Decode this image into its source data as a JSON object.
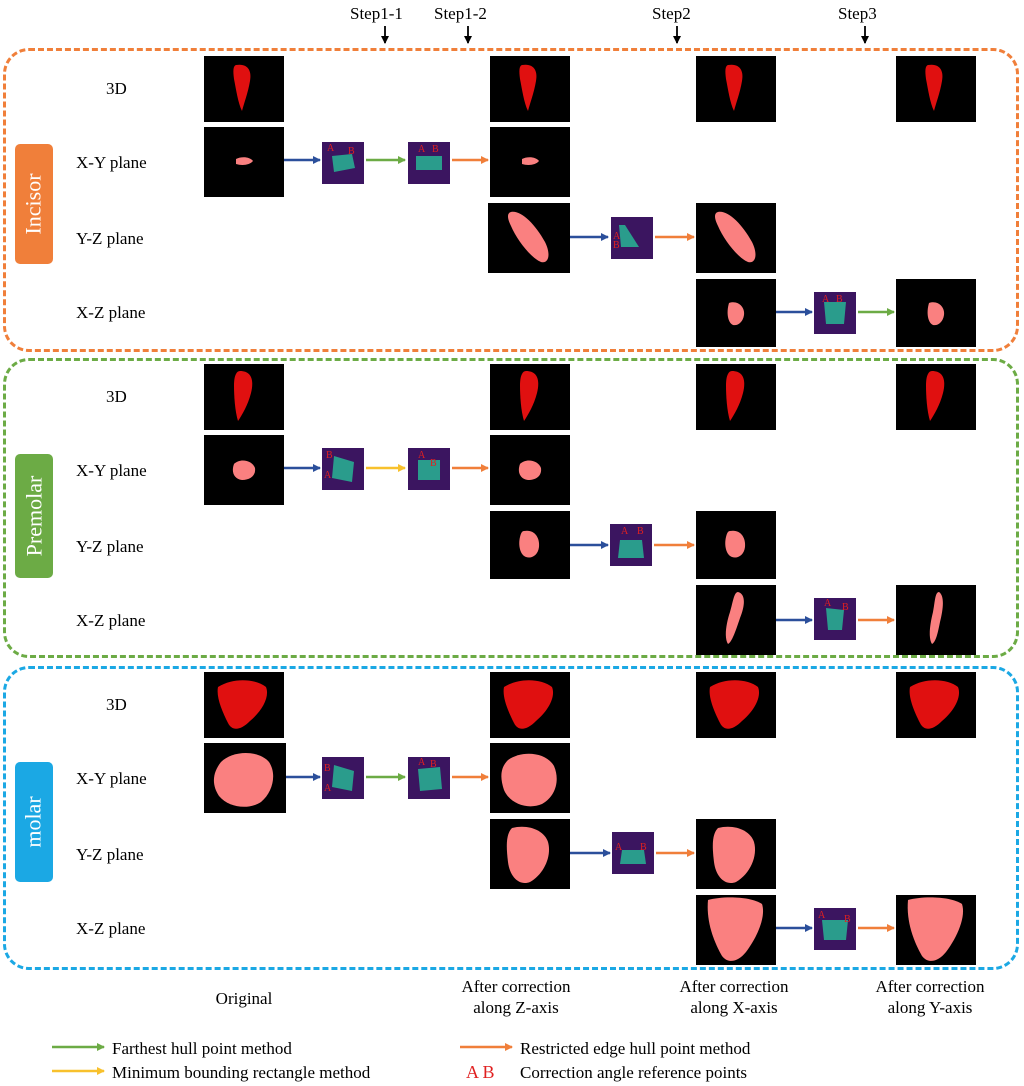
{
  "steps": [
    "Step1-1",
    "Step1-2",
    "Step2",
    "Step3"
  ],
  "row_labels": [
    "3D",
    "X-Y plane",
    "Y-Z plane",
    "X-Z plane"
  ],
  "groups": [
    {
      "name": "Incisor",
      "color": "#f07f3a"
    },
    {
      "name": "Premolar",
      "color": "#6cab45"
    },
    {
      "name": "molar",
      "color": "#1ba8e4"
    }
  ],
  "column_captions": {
    "original": "Original",
    "after_z": [
      "After correction",
      "along Z-axis"
    ],
    "after_x": [
      "After correction",
      "along X-axis"
    ],
    "after_y": [
      "After correction",
      "along Y-axis"
    ]
  },
  "point_labels": {
    "a": "A",
    "b": "B"
  },
  "legend": [
    {
      "label": "Farthest hull point method",
      "color": "#6cab45",
      "kind": "arrow"
    },
    {
      "label": "Restricted edge hull point method",
      "color": "#f07f3a",
      "kind": "arrow"
    },
    {
      "label": "Minimum bounding rectangle method",
      "color": "#f8c12d",
      "kind": "arrow"
    },
    {
      "label": "Correction angle reference points",
      "marker": "A B",
      "color": "#e02020",
      "kind": "text"
    }
  ],
  "colors": {
    "arrow_blue": "#2b4f9b",
    "arrow_green": "#6cab45",
    "arrow_orange": "#f07f3a",
    "arrow_yellow": "#f8c12d",
    "tooth_3d": "#e01010",
    "tooth_slice": "#fa8080",
    "thumb_bg": "#000000",
    "hull_bg": "#3b1560",
    "hull_fill": "#2a9c8c"
  }
}
